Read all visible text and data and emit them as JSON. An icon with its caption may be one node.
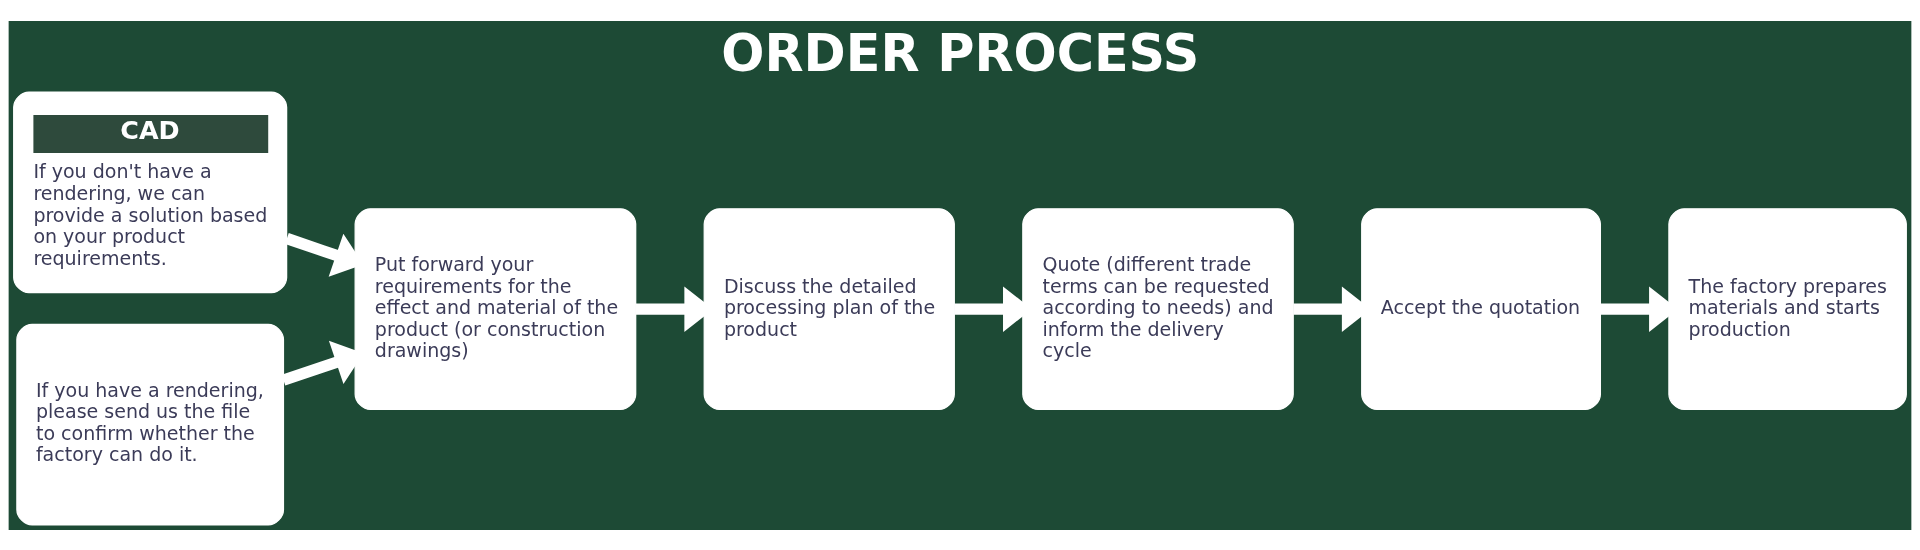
{
  "diagram": {
    "title": "ORDER PROCESS",
    "nodes": [
      {
        "text": [
          "CAD",
          "If you don't have a rendering, we can provide a solution based on your product requirements."
        ]
      },
      {
        "text": [
          "If you have a rendering, please send us the file to confirm whether the factory can do it."
        ]
      },
      {
        "text": [
          "Put forward your requirements for the effect and material of the product (or construction drawings)"
        ]
      },
      {
        "text": [
          "Discuss the detailed processing plan of the product"
        ]
      },
      {
        "text": [
          "Quote (different trade terms can be requested according to needs) and inform the delivery cycle"
        ]
      },
      {
        "text": [
          "Accept the quotation"
        ]
      },
      {
        "text": [
          "The factory prepares materials and starts production"
        ]
      }
    ],
    "edges": [
      {
        "from": 0,
        "to": 2,
        "arrow": "to"
      },
      {
        "from": 1,
        "to": 2,
        "arrow": "to"
      },
      {
        "from": 2,
        "to": 3,
        "arrow": "to"
      },
      {
        "from": 3,
        "to": 4,
        "arrow": "to"
      },
      {
        "from": 4,
        "to": 5,
        "arrow": "to"
      },
      {
        "from": 5,
        "to": 6,
        "arrow": "to"
      }
    ]
  }
}
